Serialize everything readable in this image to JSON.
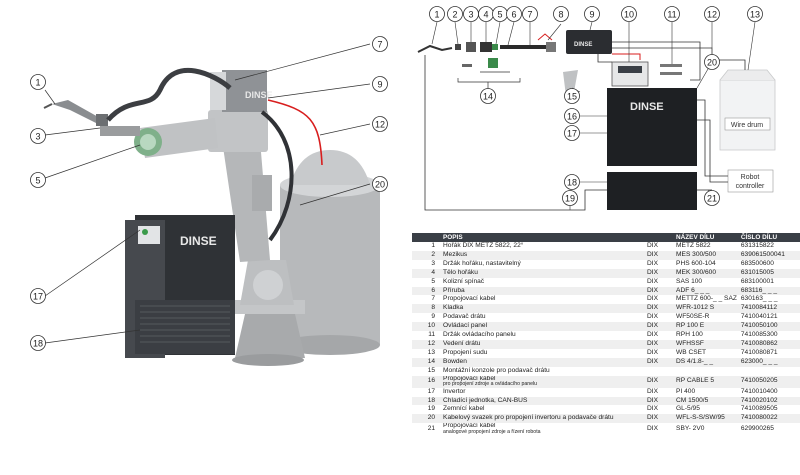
{
  "left_callouts": [
    "1",
    "3",
    "5",
    "7",
    "9",
    "12",
    "17",
    "18",
    "20"
  ],
  "right_callouts": [
    "1",
    "2",
    "3",
    "4",
    "5",
    "6",
    "7",
    "8",
    "9",
    "10",
    "11",
    "12",
    "13",
    "14",
    "15",
    "16",
    "17",
    "18",
    "19",
    "20",
    "21"
  ],
  "brand": "DINSE",
  "brand_small": "DINSE",
  "wire_drum_label": "Wire drum",
  "robot_controller_label": [
    "Robot",
    "controller"
  ],
  "table": {
    "headers": [
      "",
      "POPIS",
      "",
      "NÁZEV DÍLU",
      "ČÍSLO DÍLU"
    ],
    "rows": [
      {
        "num": "1",
        "desc": "Hořák DIX METZ 5822, 22°",
        "sub": "",
        "mfr": "DIX",
        "name": "METZ 5822",
        "code": "631315822"
      },
      {
        "num": "2",
        "desc": "Mezikus",
        "sub": "",
        "mfr": "DIX",
        "name": "MES 300/500",
        "code": "639061500041"
      },
      {
        "num": "3",
        "desc": "Držák hořáku, nastavitelný",
        "sub": "",
        "mfr": "DIX",
        "name": "PHS 600-104",
        "code": "683500600"
      },
      {
        "num": "4",
        "desc": "Tělo hořáku",
        "sub": "",
        "mfr": "DIX",
        "name": "MEK 300/600",
        "code": "631015005"
      },
      {
        "num": "5",
        "desc": "Kolizní spínač",
        "sub": "",
        "mfr": "DIX",
        "name": "SAS 100",
        "code": "683100001"
      },
      {
        "num": "6",
        "desc": "Příruba",
        "sub": "",
        "mfr": "DIX",
        "name": "ADF 6_ _ _",
        "code": "683116_ _ _"
      },
      {
        "num": "7",
        "desc": "Propojovací kabel",
        "sub": "",
        "mfr": "DIX",
        "name": "METTZ 600-_ _ SAZ",
        "code": "630163_ _ _"
      },
      {
        "num": "8",
        "desc": "Kladka",
        "sub": "",
        "mfr": "DIX",
        "name": "WFR-1012 S",
        "code": "7410084112"
      },
      {
        "num": "9",
        "desc": "Podavač drátu",
        "sub": "",
        "mfr": "DIX",
        "name": "WF50SE-R",
        "code": "7410040121"
      },
      {
        "num": "10",
        "desc": "Ovládací panel",
        "sub": "",
        "mfr": "DIX",
        "name": "RP 100 E",
        "code": "7410050100"
      },
      {
        "num": "11",
        "desc": "Držák ovládacího panelu",
        "sub": "",
        "mfr": "DIX",
        "name": "RPH 100",
        "code": "7410085300"
      },
      {
        "num": "12",
        "desc": "Vedení drátu",
        "sub": "",
        "mfr": "DIX",
        "name": "WFHSSF",
        "code": "7410080862"
      },
      {
        "num": "13",
        "desc": "Propojení sudu",
        "sub": "",
        "mfr": "DIX",
        "name": "WB CSET",
        "code": "7410080871"
      },
      {
        "num": "14",
        "desc": "Bowden",
        "sub": "",
        "mfr": "DIX",
        "name": "DS 4/1.8-_ _",
        "code": "623000_ _ _"
      },
      {
        "num": "15",
        "desc": "Montážní konzole pro podavač drátu",
        "sub": "",
        "mfr": "",
        "name": "",
        "code": ""
      },
      {
        "num": "16",
        "desc": "Propojovací kabel",
        "sub": "pro propojení zdroje a ovládacího panelu",
        "mfr": "DIX",
        "name": "RP CABLE 5",
        "code": "7410050205"
      },
      {
        "num": "17",
        "desc": "Invertor",
        "sub": "",
        "mfr": "DIX",
        "name": "PI 400",
        "code": "7410010400"
      },
      {
        "num": "18",
        "desc": "Chladící jednotka, CAN-BUS",
        "sub": "",
        "mfr": "DIX",
        "name": "CM 1500/5",
        "code": "7410020102"
      },
      {
        "num": "19",
        "desc": "Zemnící kabel",
        "sub": "",
        "mfr": "DIX",
        "name": "GL-5/95",
        "code": "7410089505"
      },
      {
        "num": "20",
        "desc": "Kabelový svazek pro propojení invertoru a podavače drátu",
        "sub": "",
        "mfr": "DIX",
        "name": "WFL-S-S/SW/95",
        "code": "7410080022"
      },
      {
        "num": "21",
        "desc": "Propojovací kabel",
        "sub": "analogové propojení zdroje a řízení robota",
        "mfr": "DIX",
        "name": "SBY- 2V0",
        "code": "629900265"
      }
    ]
  },
  "colors": {
    "accent_red": "#d81e1e",
    "dark_unit": "#2b2d31",
    "table_header": "#3a3f46"
  }
}
